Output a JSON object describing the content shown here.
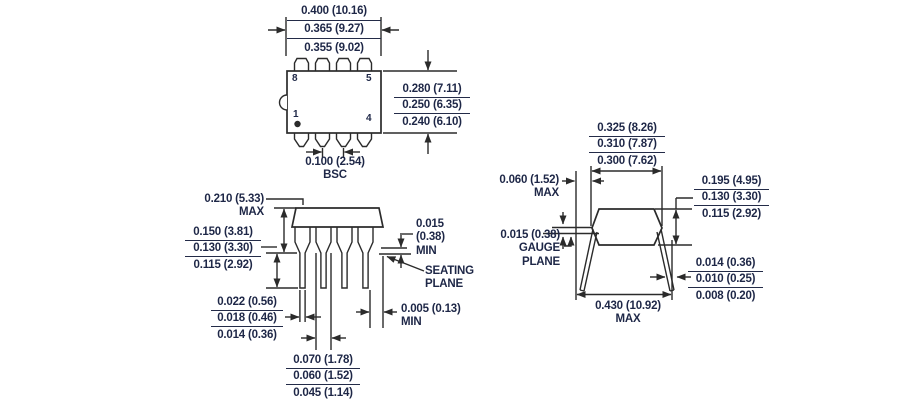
{
  "colors": {
    "background": "#ffffff",
    "line": "#2b2b2b",
    "text": "#1e2747"
  },
  "views": {
    "top": {
      "pins": {
        "top_left": "8",
        "top_right": "5",
        "bottom_left": "1",
        "bottom_right": "4"
      },
      "overall_width": [
        "0.400 (10.16)",
        "0.365 (9.27)",
        "0.355 (9.02)"
      ],
      "body_width": [
        "0.280 (7.11)",
        "0.250 (6.35)",
        "0.240 (6.10)"
      ],
      "pitch_value": "0.100 (2.54)",
      "pitch_qualifier": "BSC"
    },
    "side": {
      "height_value": "0.210 (5.33)",
      "height_qualifier": "MAX",
      "lead_length": [
        "0.150 (3.81)",
        "0.130 (3.30)",
        "0.115 (2.92)"
      ],
      "standoff": [
        "0.015",
        "(0.38)",
        "MIN"
      ],
      "seating_plane": [
        "SEATING",
        "PLANE"
      ],
      "lead_width": [
        "0.022 (0.56)",
        "0.018 (0.46)",
        "0.014 (0.36)"
      ],
      "lead_gap_value": "0.005 (0.13)",
      "lead_gap_qualifier": "MIN",
      "shoulder_width": [
        "0.070 (1.78)",
        "0.060 (1.52)",
        "0.045 (1.14)"
      ]
    },
    "end": {
      "lead_span": [
        "0.325 (8.26)",
        "0.310 (7.87)",
        "0.300 (7.62)"
      ],
      "overhang_value": "0.060 (1.52)",
      "overhang_qualifier": "MAX",
      "gauge_plane": [
        "0.015 (0.38)",
        "GAUGE",
        "PLANE"
      ],
      "body_thickness": [
        "0.195 (4.95)",
        "0.130 (3.30)",
        "0.115 (2.92)"
      ],
      "lead_thickness": [
        "0.014 (0.36)",
        "0.010 (0.25)",
        "0.008 (0.20)"
      ],
      "max_span_value": "0.430 (10.92)",
      "max_span_qualifier": "MAX"
    }
  }
}
